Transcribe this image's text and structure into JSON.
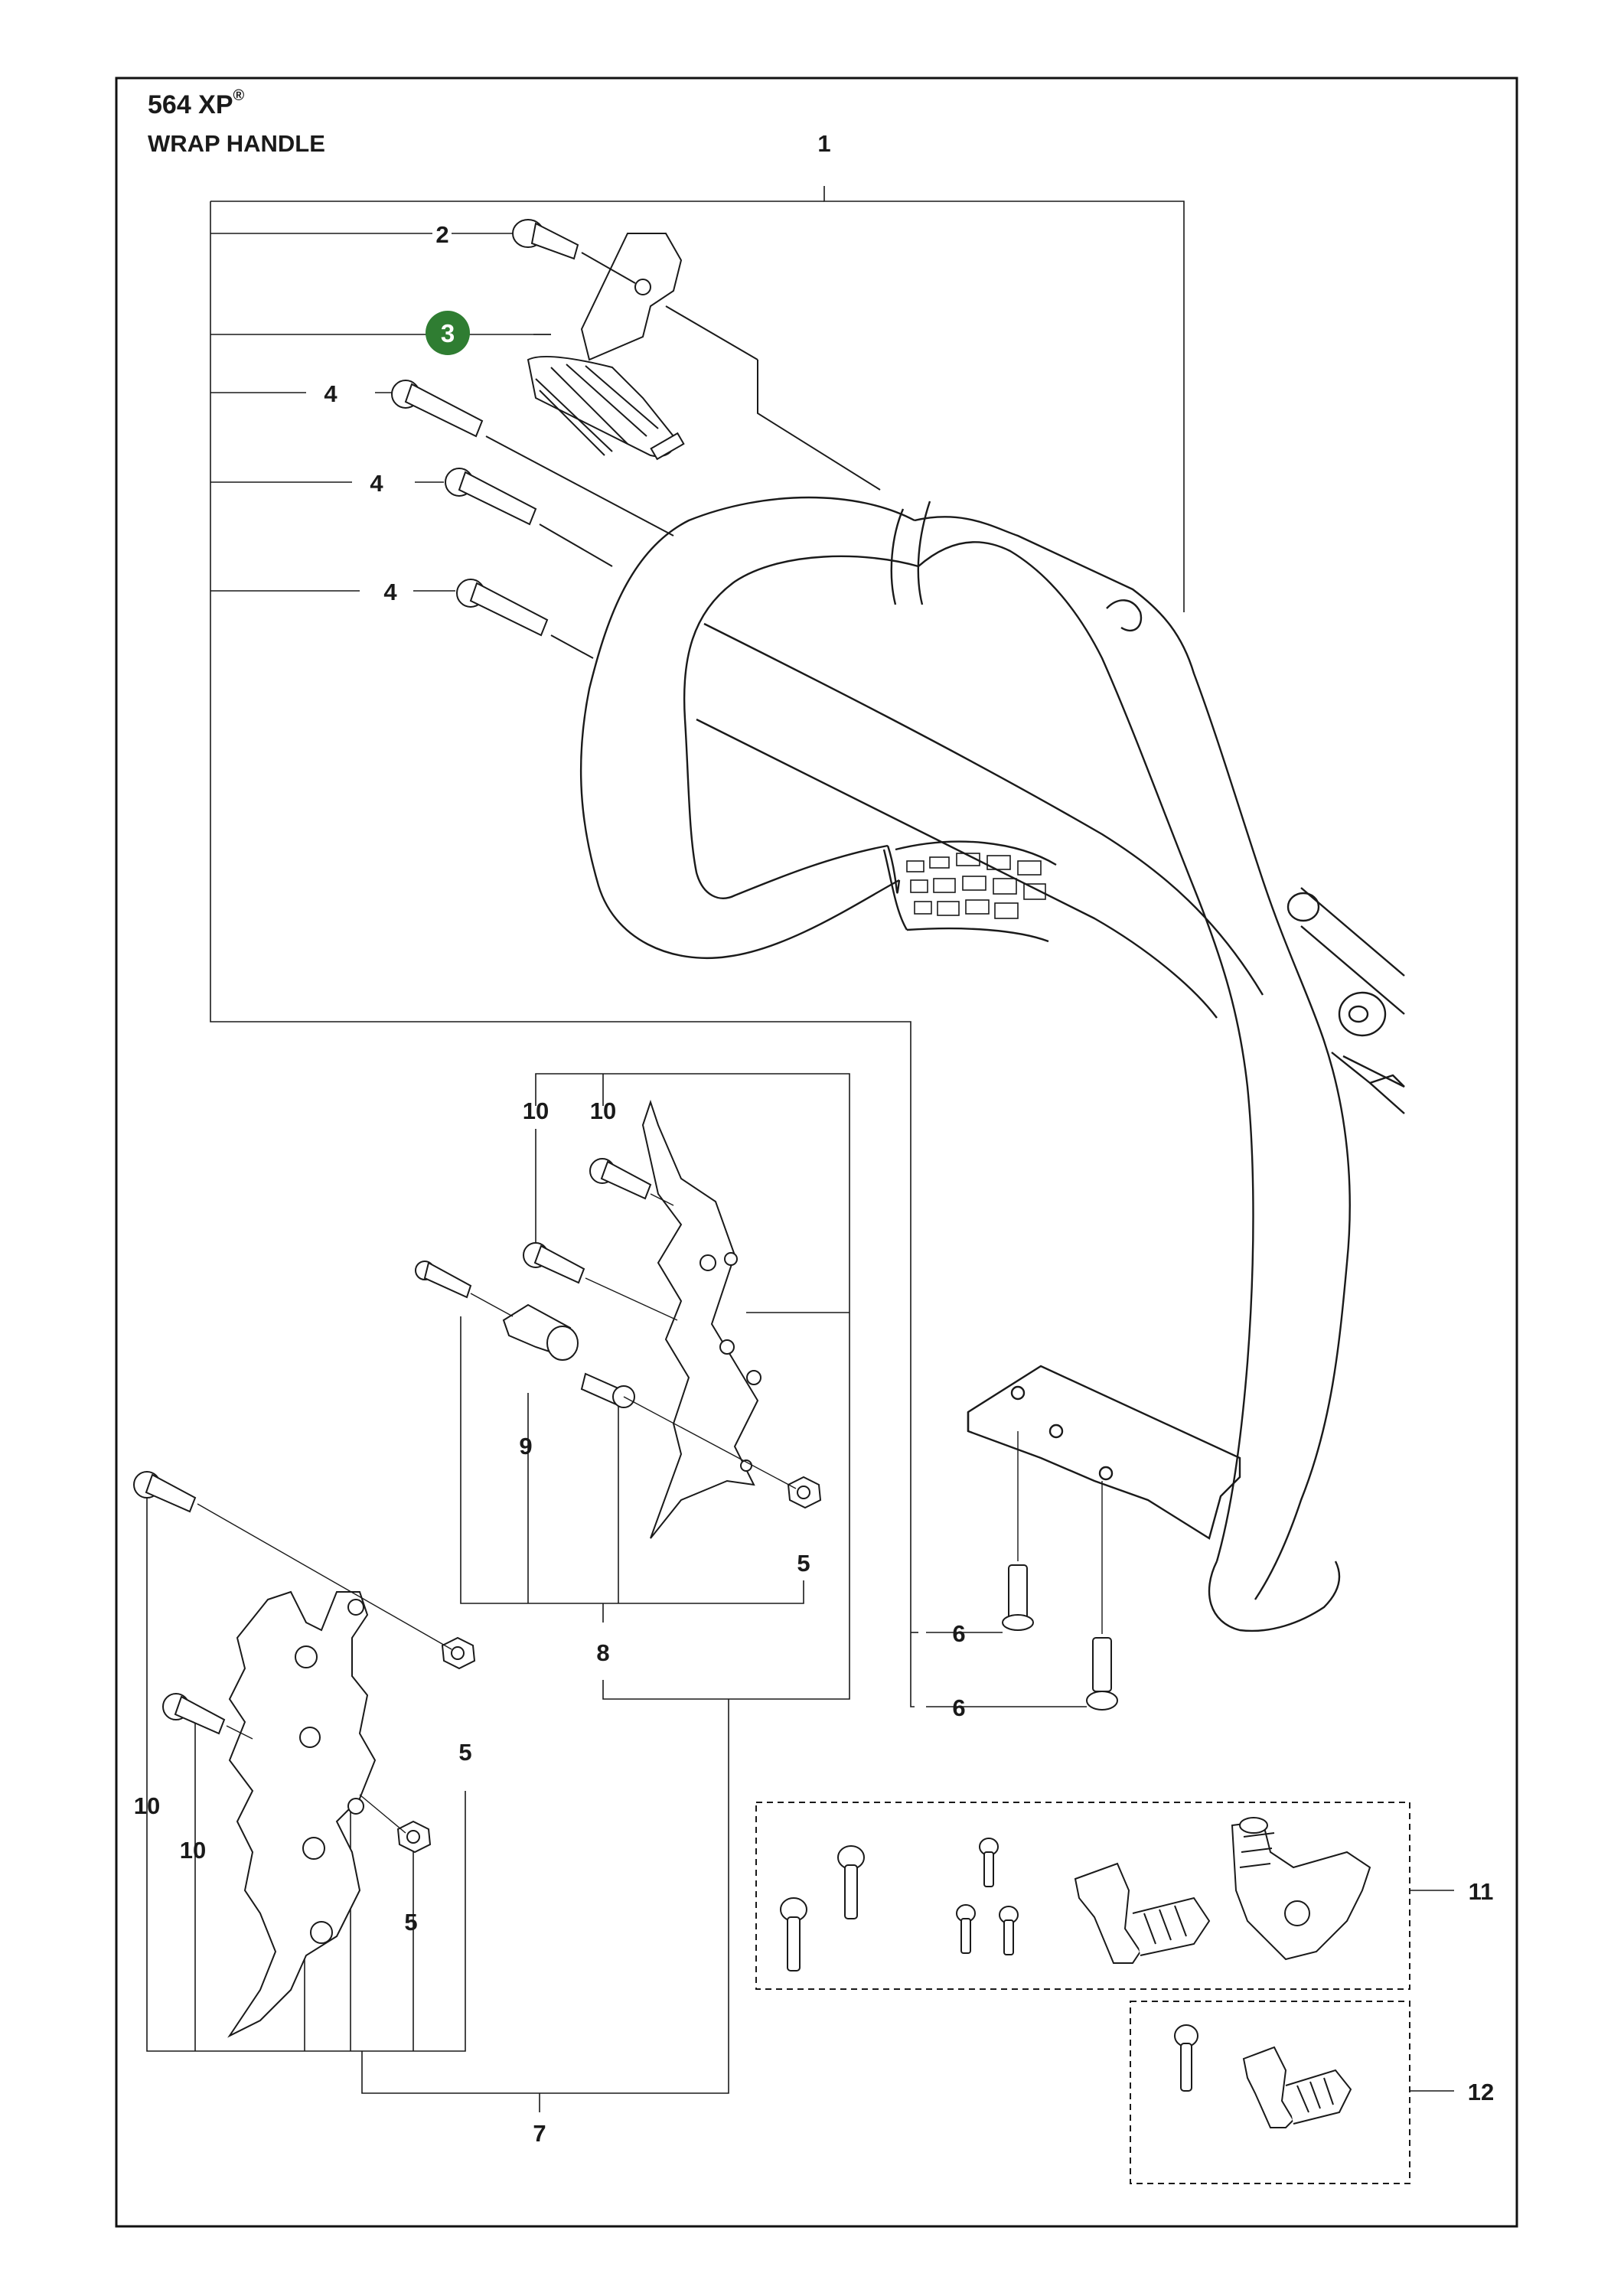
{
  "header": {
    "model": "564 XP",
    "trademark": "®",
    "name": "WRAP HANDLE"
  },
  "callouts": {
    "c1": "1",
    "c2": "2",
    "c3": "3",
    "c4a": "4",
    "c4b": "4",
    "c4c": "4",
    "c5a": "5",
    "c5b": "5",
    "c5c": "5",
    "c6a": "6",
    "c6b": "6",
    "c7": "7",
    "c8": "8",
    "c9": "9",
    "c10a": "10",
    "c10b": "10",
    "c10c": "10",
    "c10d": "10",
    "c11": "11",
    "c12": "12"
  },
  "colors": {
    "highlight": "#2f7d32",
    "line": "#1a1a1a",
    "frame": "#111111"
  }
}
